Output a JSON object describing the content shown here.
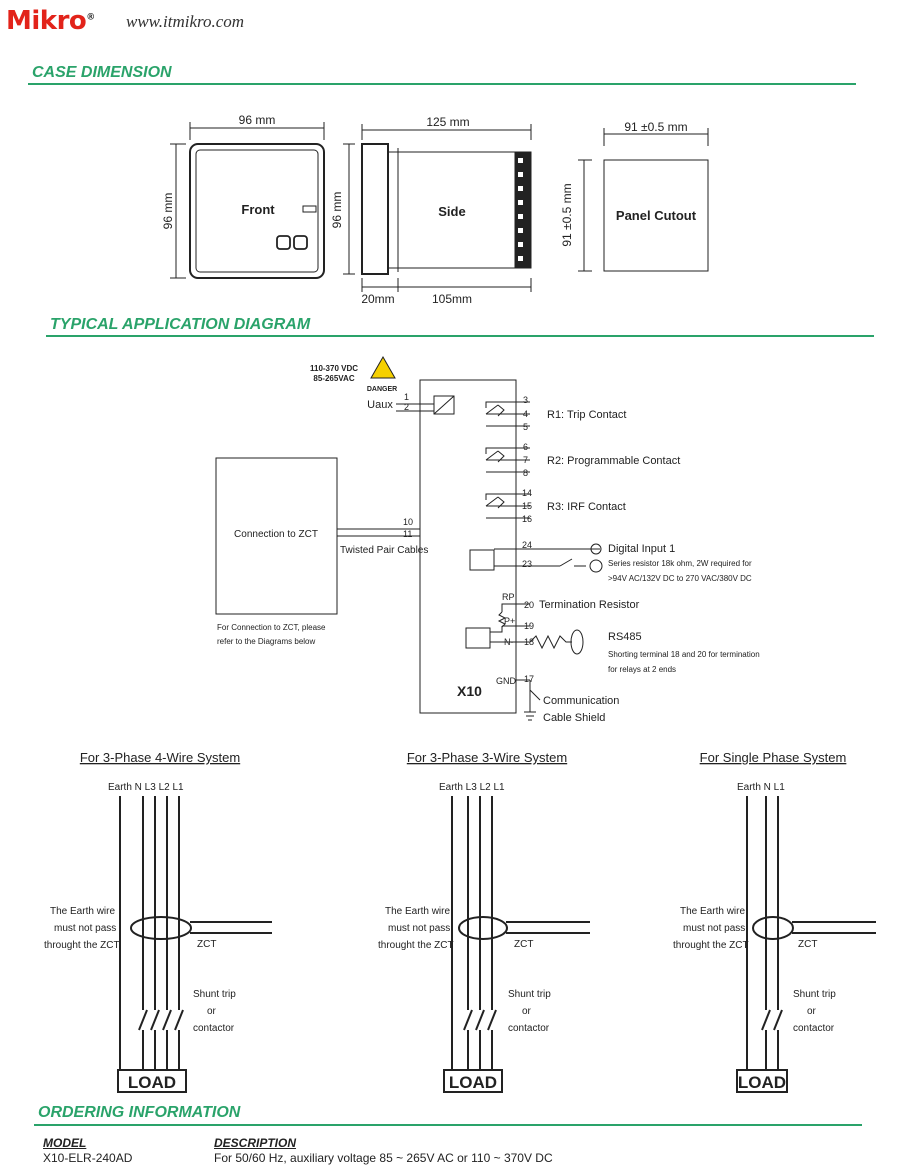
{
  "header": {
    "brand": "Mikro",
    "url": "www.itmikro.com"
  },
  "case_dimension": {
    "title": "CASE DIMENSION",
    "front": {
      "label": "Front",
      "width": "96 mm",
      "height": "96 mm"
    },
    "side": {
      "label": "Side",
      "length": "125 mm",
      "height": "96 mm",
      "front_depth": "20mm",
      "rear_depth": "105mm"
    },
    "cutout": {
      "label": "Panel Cutout",
      "width": "91 ±0.5 mm",
      "height": "91 ±0.5 mm"
    }
  },
  "application": {
    "title": "TYPICAL APPLICATION DIAGRAM",
    "supply_dc": "110-370 VDC",
    "supply_ac": "85-265VAC",
    "danger": "DANGER",
    "uaux": "Uaux",
    "zct_box": "Connection to ZCT",
    "zct_note_1": "For Connection to ZCT, please",
    "zct_note_2": "refer to the Diagrams below",
    "twisted": "Twisted Pair Cables",
    "device": "X10",
    "terminals": {
      "t1": "1",
      "t2": "2",
      "t3": "3",
      "t4": "4",
      "t5": "5",
      "t6": "6",
      "t7": "7",
      "t8": "8",
      "t14": "14",
      "t15": "15",
      "t16": "16",
      "t10": "10",
      "t11": "11",
      "t24": "24",
      "t23": "23",
      "t20": "20",
      "t19": "19",
      "t18": "18",
      "t17": "17",
      "rp": "RP",
      "pplus": "P+",
      "nminus": "N-",
      "gnd": "GND"
    },
    "r1": "R1: Trip Contact",
    "r2": "R2: Programmable Contact",
    "r3": "R3: IRF Contact",
    "di_title": "Digital Input 1",
    "di_note_1": "Series resistor 18k ohm, 2W required for",
    "di_note_2": ">94V AC/132V DC to 270 VAC/380V DC",
    "termination": "Termination Resistor",
    "rs485": "RS485",
    "rs485_note_1": "Shorting terminal 18 and 20 for termination",
    "rs485_note_2": "for relays at 2 ends",
    "comm_1": "Communication",
    "comm_2": "Cable Shield"
  },
  "systems": [
    {
      "title": "For 3-Phase 4-Wire System",
      "wires": "Earth  N L3 L2 L1"
    },
    {
      "title": "For 3-Phase 3-Wire System",
      "wires": "Earth  L3 L2 L1"
    },
    {
      "title": "For Single Phase System",
      "wires": "Earth  N  L1"
    }
  ],
  "system_labels": {
    "earth_note_1": "The Earth wire",
    "earth_note_2": "must not pass",
    "earth_note_3": "throught the ZCT",
    "zct": "ZCT",
    "shunt_1": "Shunt trip",
    "shunt_2": "or",
    "shunt_3": "contactor",
    "load": "LOAD"
  },
  "ordering": {
    "title": "ORDERING INFORMATION",
    "model_header": "MODEL",
    "description_header": "DESCRIPTION",
    "model": "X10-ELR-240AD",
    "description": "For 50/60 Hz, auxiliary voltage 85 ~ 265V AC or 110 ~ 370V DC"
  },
  "colors": {
    "accent": "#2aa36a",
    "brand": "#e2231a",
    "ink": "#222222"
  }
}
